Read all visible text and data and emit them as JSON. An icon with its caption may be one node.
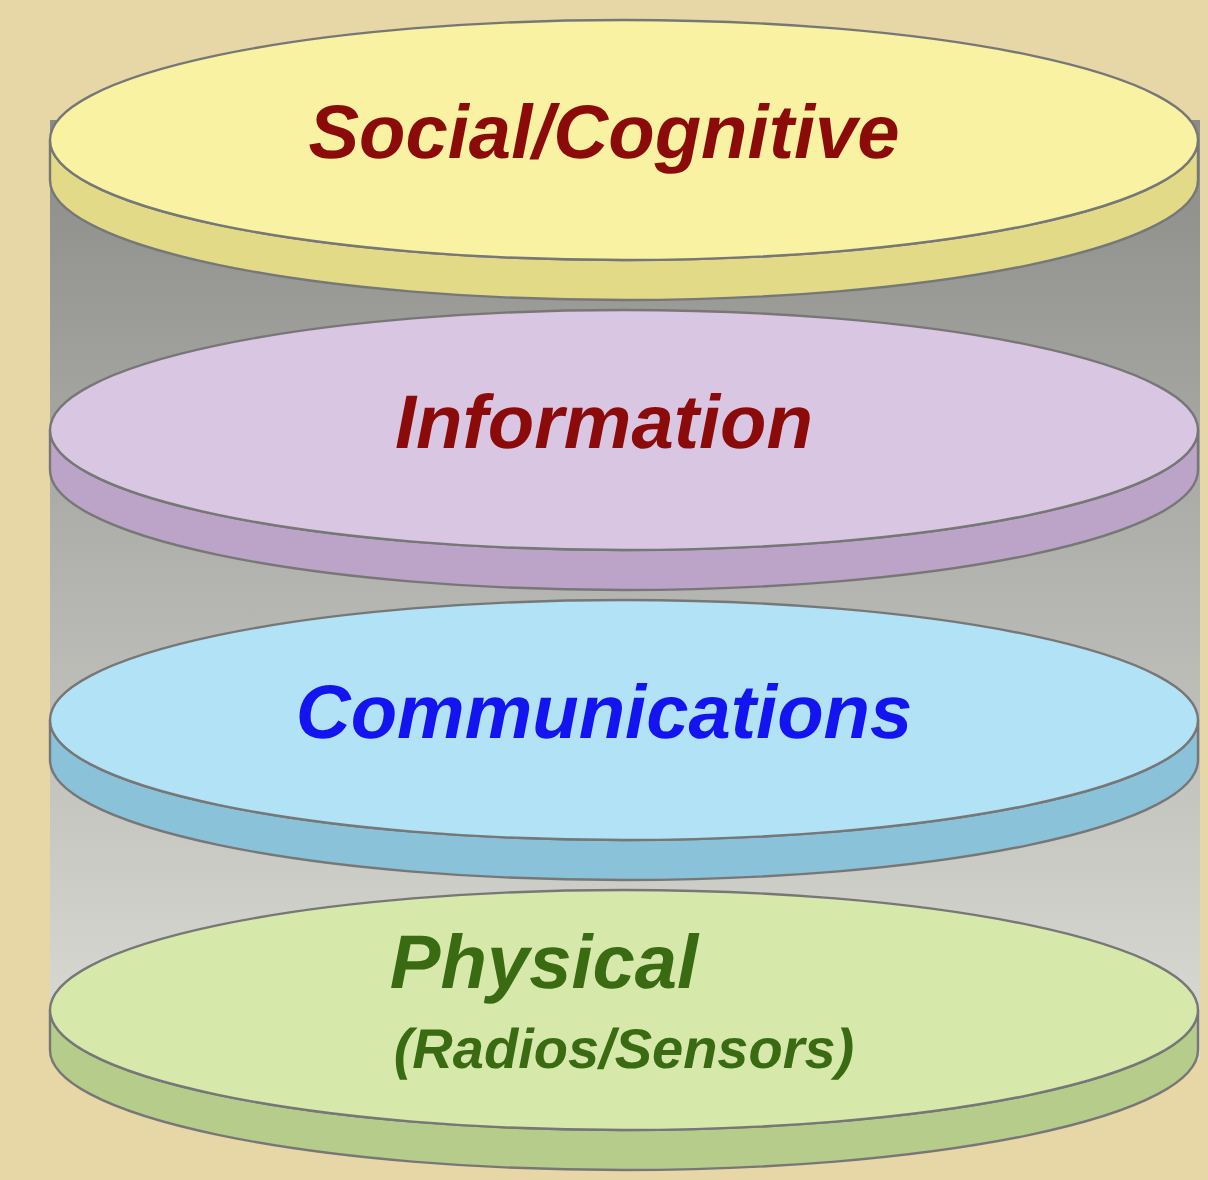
{
  "diagram": {
    "nodes": [
      {
        "text": [
          "Social/Cognitive"
        ]
      },
      {
        "text": [
          "Information"
        ]
      },
      {
        "text": [
          "Communications"
        ]
      },
      {
        "text": [
          "Physical",
          "(Radios/Sensors)"
        ]
      }
    ]
  }
}
